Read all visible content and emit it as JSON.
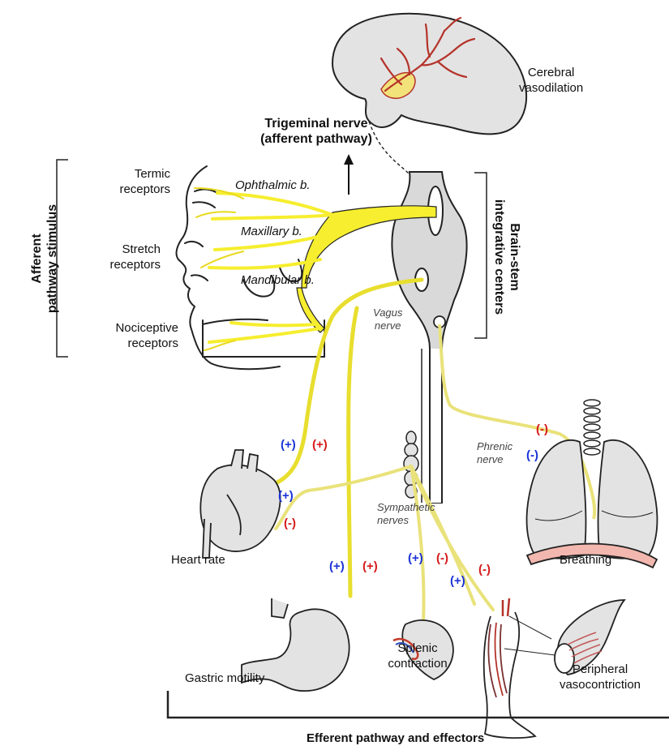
{
  "labels": {
    "cerebral": [
      "Cerebral",
      "vasodilation"
    ],
    "trigeminal": [
      "Trigeminal nerve",
      "(afferent pathway)"
    ],
    "afferent_stimulus": [
      "Afferent",
      "pathway stimulus"
    ],
    "brainstem": [
      "Brain-stem",
      "integrative centers"
    ],
    "termic": [
      "Termic",
      "receptors"
    ],
    "stretch": [
      "Stretch",
      "receptors"
    ],
    "nociceptive": [
      "Nociceptive",
      "receptors"
    ],
    "ophthalmic": "Ophthalmic b.",
    "maxillary": "Maxillary b.",
    "mandibular": "Mandibular b.",
    "vagus": [
      "Vagus",
      "nerve"
    ],
    "phrenic": [
      "Phrenic",
      "nerve"
    ],
    "sympathetic": [
      "Sympathetic",
      "nerves"
    ],
    "heart_rate": "Heart rate",
    "breathing": "Breathing",
    "gastric": "Gastric motility",
    "splenic": [
      "Splenic",
      "contraction"
    ],
    "peripheral": [
      "Peripheral",
      "vasocontriction"
    ],
    "efferent": "Efferent pathway and effectors"
  },
  "signs": {
    "plus": "(+)",
    "minus": "(-)"
  },
  "colors": {
    "nerve": "#f6ee2e",
    "nerve_dim": "#e9e27a",
    "organ_fill": "#e3e3e3",
    "positive": "#1a33d6",
    "negative": "#d61a1a",
    "vessel": "#b5332a",
    "diaphragm": "#f2b7ae"
  }
}
